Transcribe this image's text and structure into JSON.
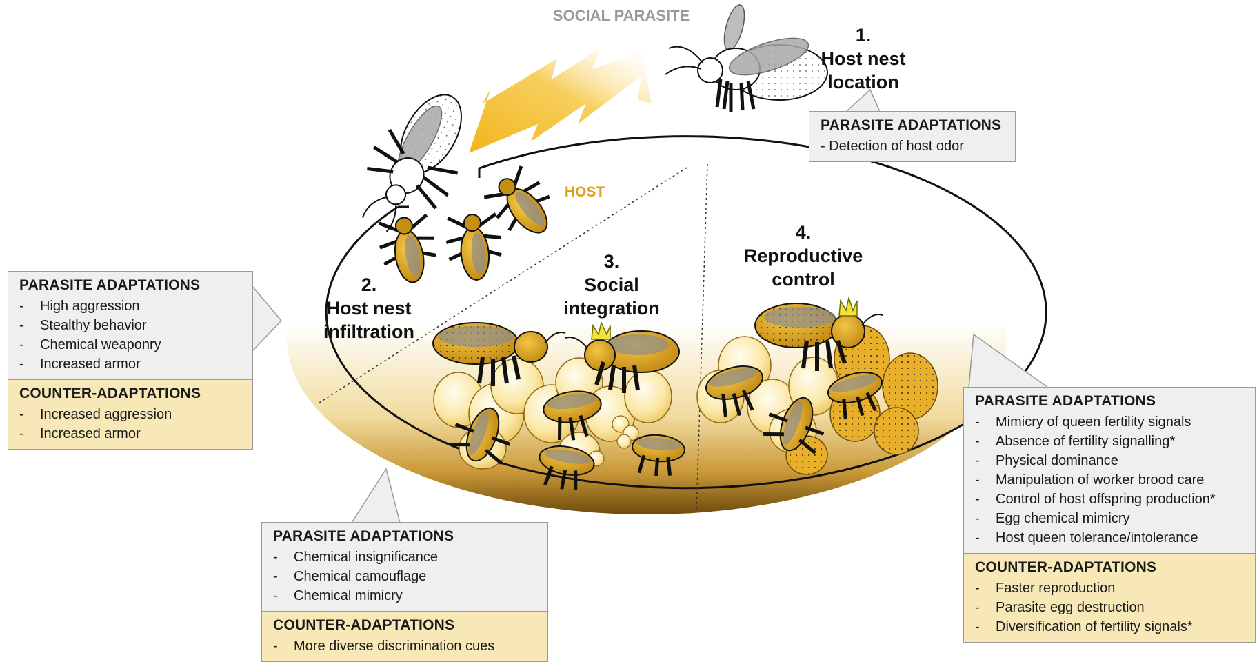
{
  "top_label": "SOCIAL PARASITE",
  "host_label": "HOST",
  "stages": {
    "s1": {
      "number": "1.",
      "lines": [
        "Host nest",
        "location"
      ]
    },
    "s2": {
      "number": "2.",
      "lines": [
        "Host nest",
        "infiltration"
      ]
    },
    "s3": {
      "number": "3.",
      "lines": [
        "Social",
        "integration"
      ]
    },
    "s4": {
      "number": "4.",
      "lines": [
        "Reproductive",
        "control"
      ]
    }
  },
  "boxes": {
    "location": {
      "parasite_header": "PARASITE ADAPTATIONS",
      "parasite_items": [
        "- Detection of host odor"
      ]
    },
    "infiltration": {
      "parasite_header": "PARASITE ADAPTATIONS",
      "parasite_items": [
        "High aggression",
        "Stealthy behavior",
        "Chemical weaponry",
        "Increased armor"
      ],
      "counter_header": "COUNTER-ADAPTATIONS",
      "counter_items": [
        "Increased aggression",
        "Increased armor"
      ]
    },
    "integration": {
      "parasite_header": "PARASITE ADAPTATIONS",
      "parasite_items": [
        "Chemical insignificance",
        "Chemical camouflage",
        "Chemical mimicry"
      ],
      "counter_header": "COUNTER-ADAPTATIONS",
      "counter_items": [
        "More diverse discrimination cues"
      ]
    },
    "reproductive": {
      "parasite_header": "PARASITE ADAPTATIONS",
      "parasite_items": [
        "Mimicry of queen fertility signals",
        "Absence of fertility signalling*",
        "Physical dominance",
        "Manipulation of worker brood care",
        "Control of host offspring production*",
        "Egg chemical mimicry",
        "Host queen tolerance/intolerance"
      ],
      "counter_header": "COUNTER-ADAPTATIONS",
      "counter_items": [
        "Faster reproduction",
        "Parasite egg destruction",
        "Diversification of fertility signals*"
      ]
    }
  },
  "colors": {
    "host_gold": "#d9a21b",
    "brood_cream": "#f7dd8a",
    "nest_shadow": "#7a5410",
    "odor_yellow": "#f3b41c",
    "parasite_grey": "#cfcfcf",
    "box_grey": "#efefef",
    "box_yellow": "#f8e8b8"
  }
}
